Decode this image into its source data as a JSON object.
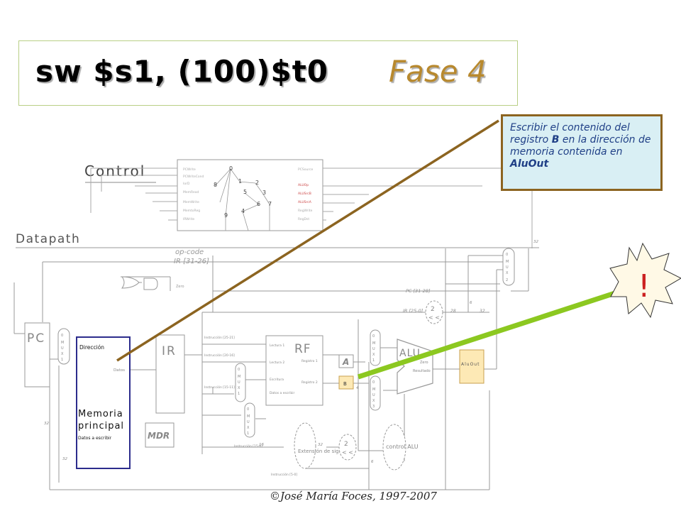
{
  "slide": {
    "title": "sw $s1, (100)$t0",
    "phase": "Fase 4",
    "callout": {
      "part1": "Escribir el contenido del registro ",
      "reg_b": "B",
      "part2": " en la dirección de memoria contenida en ",
      "reg_aluout": "AluOut"
    },
    "footer": "©José María Foces, 1997-2007",
    "exclamation": "!"
  },
  "diagram": {
    "control_label": "Control",
    "datapath_label": "Datapath",
    "pc_label": "PC",
    "memory_label_line1": "Memoria",
    "memory_label_line2": "principal",
    "mem_direccion": "Dirección",
    "mem_datos": "Datos",
    "mem_datos_escribir": "Datos a escribir",
    "ir_label": "IR",
    "mdr_label": "MDR",
    "rf_label": "RF",
    "rf_lectura1": "Lectura 1",
    "rf_lectura2": "Lectura 2",
    "rf_escritura": "Escritura",
    "rf_datos_escribir": "Datos a escribir",
    "rf_reg1": "Registro 1",
    "rf_reg2": "Registro 2",
    "a_label": "A",
    "b_label": "B",
    "alu_label": "ALU",
    "alu_zero": "Zero",
    "alu_result": "Resultado",
    "aluout_label": "AluOut",
    "opcode_line1": "op-code",
    "opcode_line2": "IR [31-26]",
    "zero_label": "Zero",
    "pc3128": "PC [31-28]",
    "ir250": "IR [25-0]",
    "n2": "2",
    "shift": "< <",
    "n26": "26",
    "n28": "28",
    "n32": "32",
    "ext_label": "Extensión de signo",
    "control_alu": "control ALU",
    "mux_label": "MUX",
    "fields": [
      "Instrucción [25-21]",
      "Instrucción [20-16]",
      "Instrucción [15-11]",
      "Instrucción [15-0]",
      "Instrucción [5-0]"
    ],
    "ctrl_out_left": [
      "PCWrite",
      "PCWriteCond",
      "IorD",
      "MemRead",
      "MemWrite",
      "MemtoReg",
      "IRWrite"
    ],
    "ctrl_out_right": [
      "PCSource",
      "ALUOp",
      "ALUSrcB",
      "ALUSrcA",
      "RegWrite",
      "RegDst"
    ],
    "num_labels": [
      "32",
      "32",
      "4",
      "16",
      "5",
      "6"
    ]
  },
  "colors": {
    "title_phase": "#b8892e",
    "callout_bg": "#d9eff4",
    "callout_border": "#8c6420",
    "pointer_brown": "#8c6420",
    "pointer_green": "#8cc820",
    "memory_border": "#2c2c8c",
    "aluout_fill": "#fde9b5",
    "star_fill": "#fff9e6",
    "exclamation": "#cc2222"
  }
}
